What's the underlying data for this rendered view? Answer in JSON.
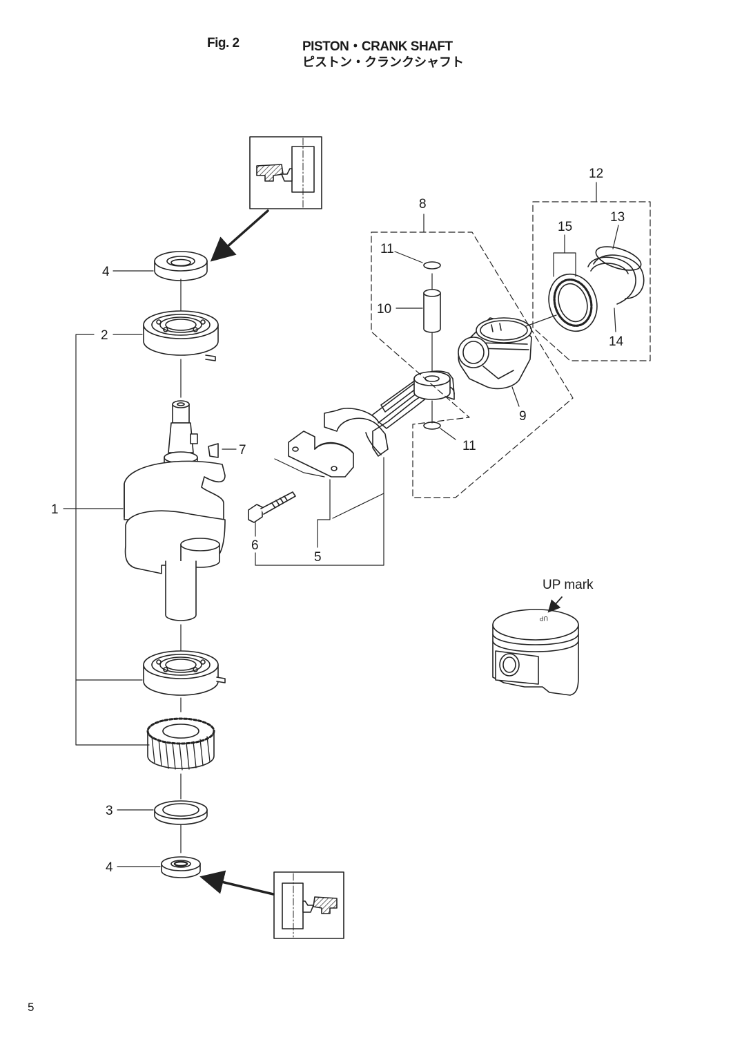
{
  "header": {
    "fig_label": "Fig. 2",
    "title_en": "PISTON・CRANK SHAFT",
    "title_jp": "ピストン・クランクシャフト"
  },
  "callouts": {
    "c1": "1",
    "c2": "2",
    "c3": "3",
    "c4a": "4",
    "c4b": "4",
    "c5": "5",
    "c6": "6",
    "c7": "7",
    "c8": "8",
    "c9": "9",
    "c10": "10",
    "c11a": "11",
    "c11b": "11",
    "c12": "12",
    "c13": "13",
    "c14": "14",
    "c15": "15"
  },
  "up_mark": {
    "label": "UP mark",
    "engraving": "UP"
  },
  "footer": {
    "page_number": "5"
  }
}
